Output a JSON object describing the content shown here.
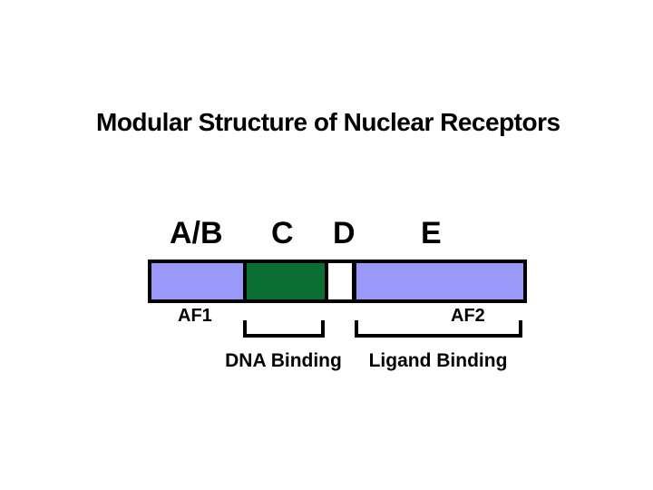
{
  "slide": {
    "title": "Modular Structure of Nuclear Receptors"
  },
  "diagram": {
    "segments": [
      {
        "id": "ab",
        "label": "A/B",
        "color": "#9A99FA"
      },
      {
        "id": "c",
        "label": "C",
        "color": "#0A6E32"
      },
      {
        "id": "d",
        "label": "D",
        "color": "#FFFFFF"
      },
      {
        "id": "e",
        "label": "E",
        "color": "#9A99FA"
      }
    ],
    "annotations": {
      "af1": "AF1",
      "af2": "AF2",
      "dna_binding": "DNA Binding",
      "ligand_binding": "Ligand Binding"
    },
    "colors": {
      "outline": "#000000",
      "background": "#FFFFFF",
      "text": "#000000"
    }
  }
}
